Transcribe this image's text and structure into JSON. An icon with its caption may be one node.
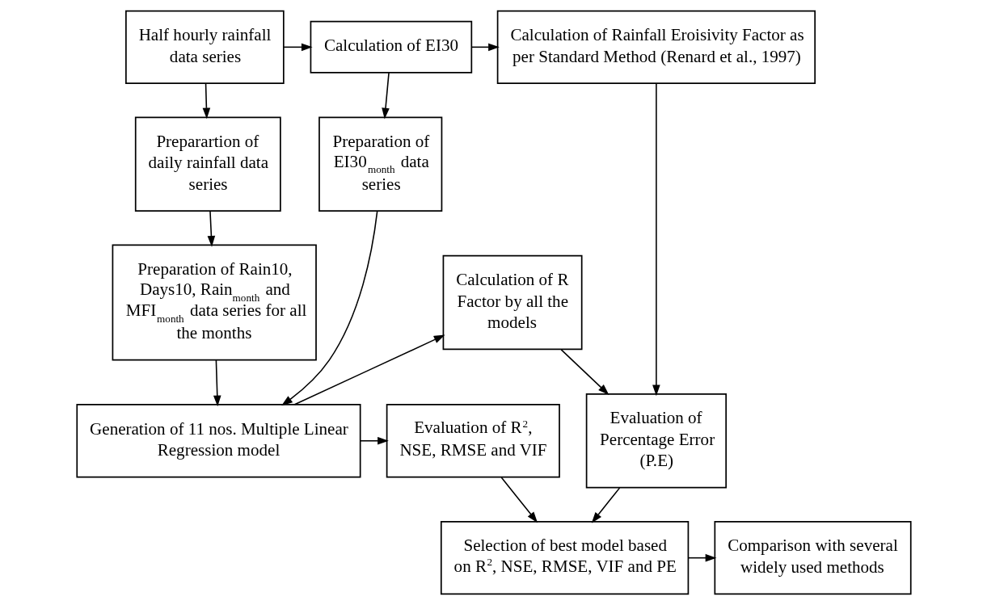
{
  "diagram": {
    "nodes": [
      {
        "text": [
          "Half hourly rainfall data series"
        ]
      },
      {
        "text": [
          "Calculation of EI30"
        ]
      },
      {
        "text": [
          "Calculation of Rainfall Eroisivity Factor as per Standard Method (Renard et al., 1997)"
        ]
      },
      {
        "text": [
          "Preparartion of daily rainfall data series"
        ]
      },
      {
        "text": [
          "Preparation of EI30$_{month}$ data series"
        ]
      },
      {
        "text": [
          "Preparation of Rain10, Days10, Rain$_{month}$ and MFI$_{month}$ data series for all the months"
        ]
      },
      {
        "text": [
          "Calculation of R Factor by all the models"
        ]
      },
      {
        "text": [
          "Generation of 11 nos. Multiple Linear Regression model"
        ]
      },
      {
        "text": [
          "Evaluation of R$^{2}$, NSE, RMSE and VIF"
        ]
      },
      {
        "text": [
          "Evaluation of Percentage Error (P.E)"
        ]
      },
      {
        "text": [
          "Comparison with several widely used methods"
        ]
      },
      {
        "text": [
          "Selection of best model based on R$^{2}$, NSE, RMSE, VIF and PE"
        ]
      }
    ],
    "edges": [
      {
        "from": 0,
        "to": 1,
        "arrow": "to"
      },
      {
        "from": 1,
        "to": 2,
        "arrow": "to"
      },
      {
        "from": 0,
        "to": 3,
        "arrow": "to"
      },
      {
        "from": 1,
        "to": 4,
        "arrow": "to"
      },
      {
        "from": 3,
        "to": 5,
        "arrow": "to"
      },
      {
        "from": 5,
        "to": 7,
        "arrow": "to"
      },
      {
        "from": 4,
        "to": 7,
        "arrow": "to"
      },
      {
        "from": 7,
        "to": 6,
        "arrow": "to"
      },
      {
        "from": 6,
        "to": 9,
        "arrow": "to"
      },
      {
        "from": 2,
        "to": 9,
        "arrow": "to"
      },
      {
        "from": 7,
        "to": 8,
        "arrow": "to"
      },
      {
        "from": 8,
        "to": 11,
        "arrow": "to"
      },
      {
        "from": 9,
        "to": 11,
        "arrow": "to"
      },
      {
        "from": 11,
        "to": 10,
        "arrow": "to"
      }
    ]
  }
}
